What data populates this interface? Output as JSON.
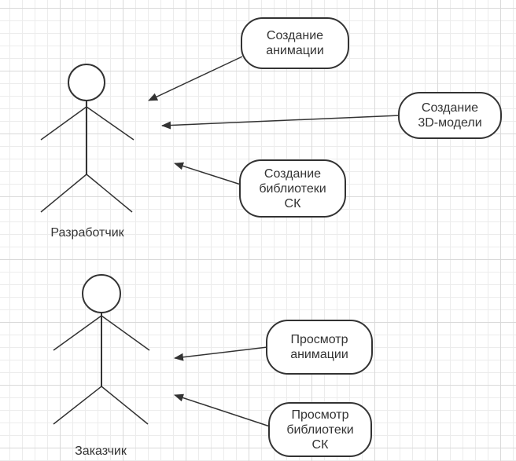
{
  "actors": [
    {
      "id": "developer",
      "label": "Разработчик"
    },
    {
      "id": "customer",
      "label": "Заказчик"
    }
  ],
  "use_cases": [
    {
      "id": "uc1",
      "label": "Создание\nанимации",
      "actor": "developer"
    },
    {
      "id": "uc2",
      "label": "Создание\n3D-модели",
      "actor": "developer"
    },
    {
      "id": "uc3",
      "label": "Создание\nбиблиотеки\nСК",
      "actor": "developer"
    },
    {
      "id": "uc4",
      "label": "Просмотр\nанимации",
      "actor": "customer"
    },
    {
      "id": "uc5",
      "label": "Просмотр\nбиблиотеки\nСК",
      "actor": "customer"
    }
  ]
}
